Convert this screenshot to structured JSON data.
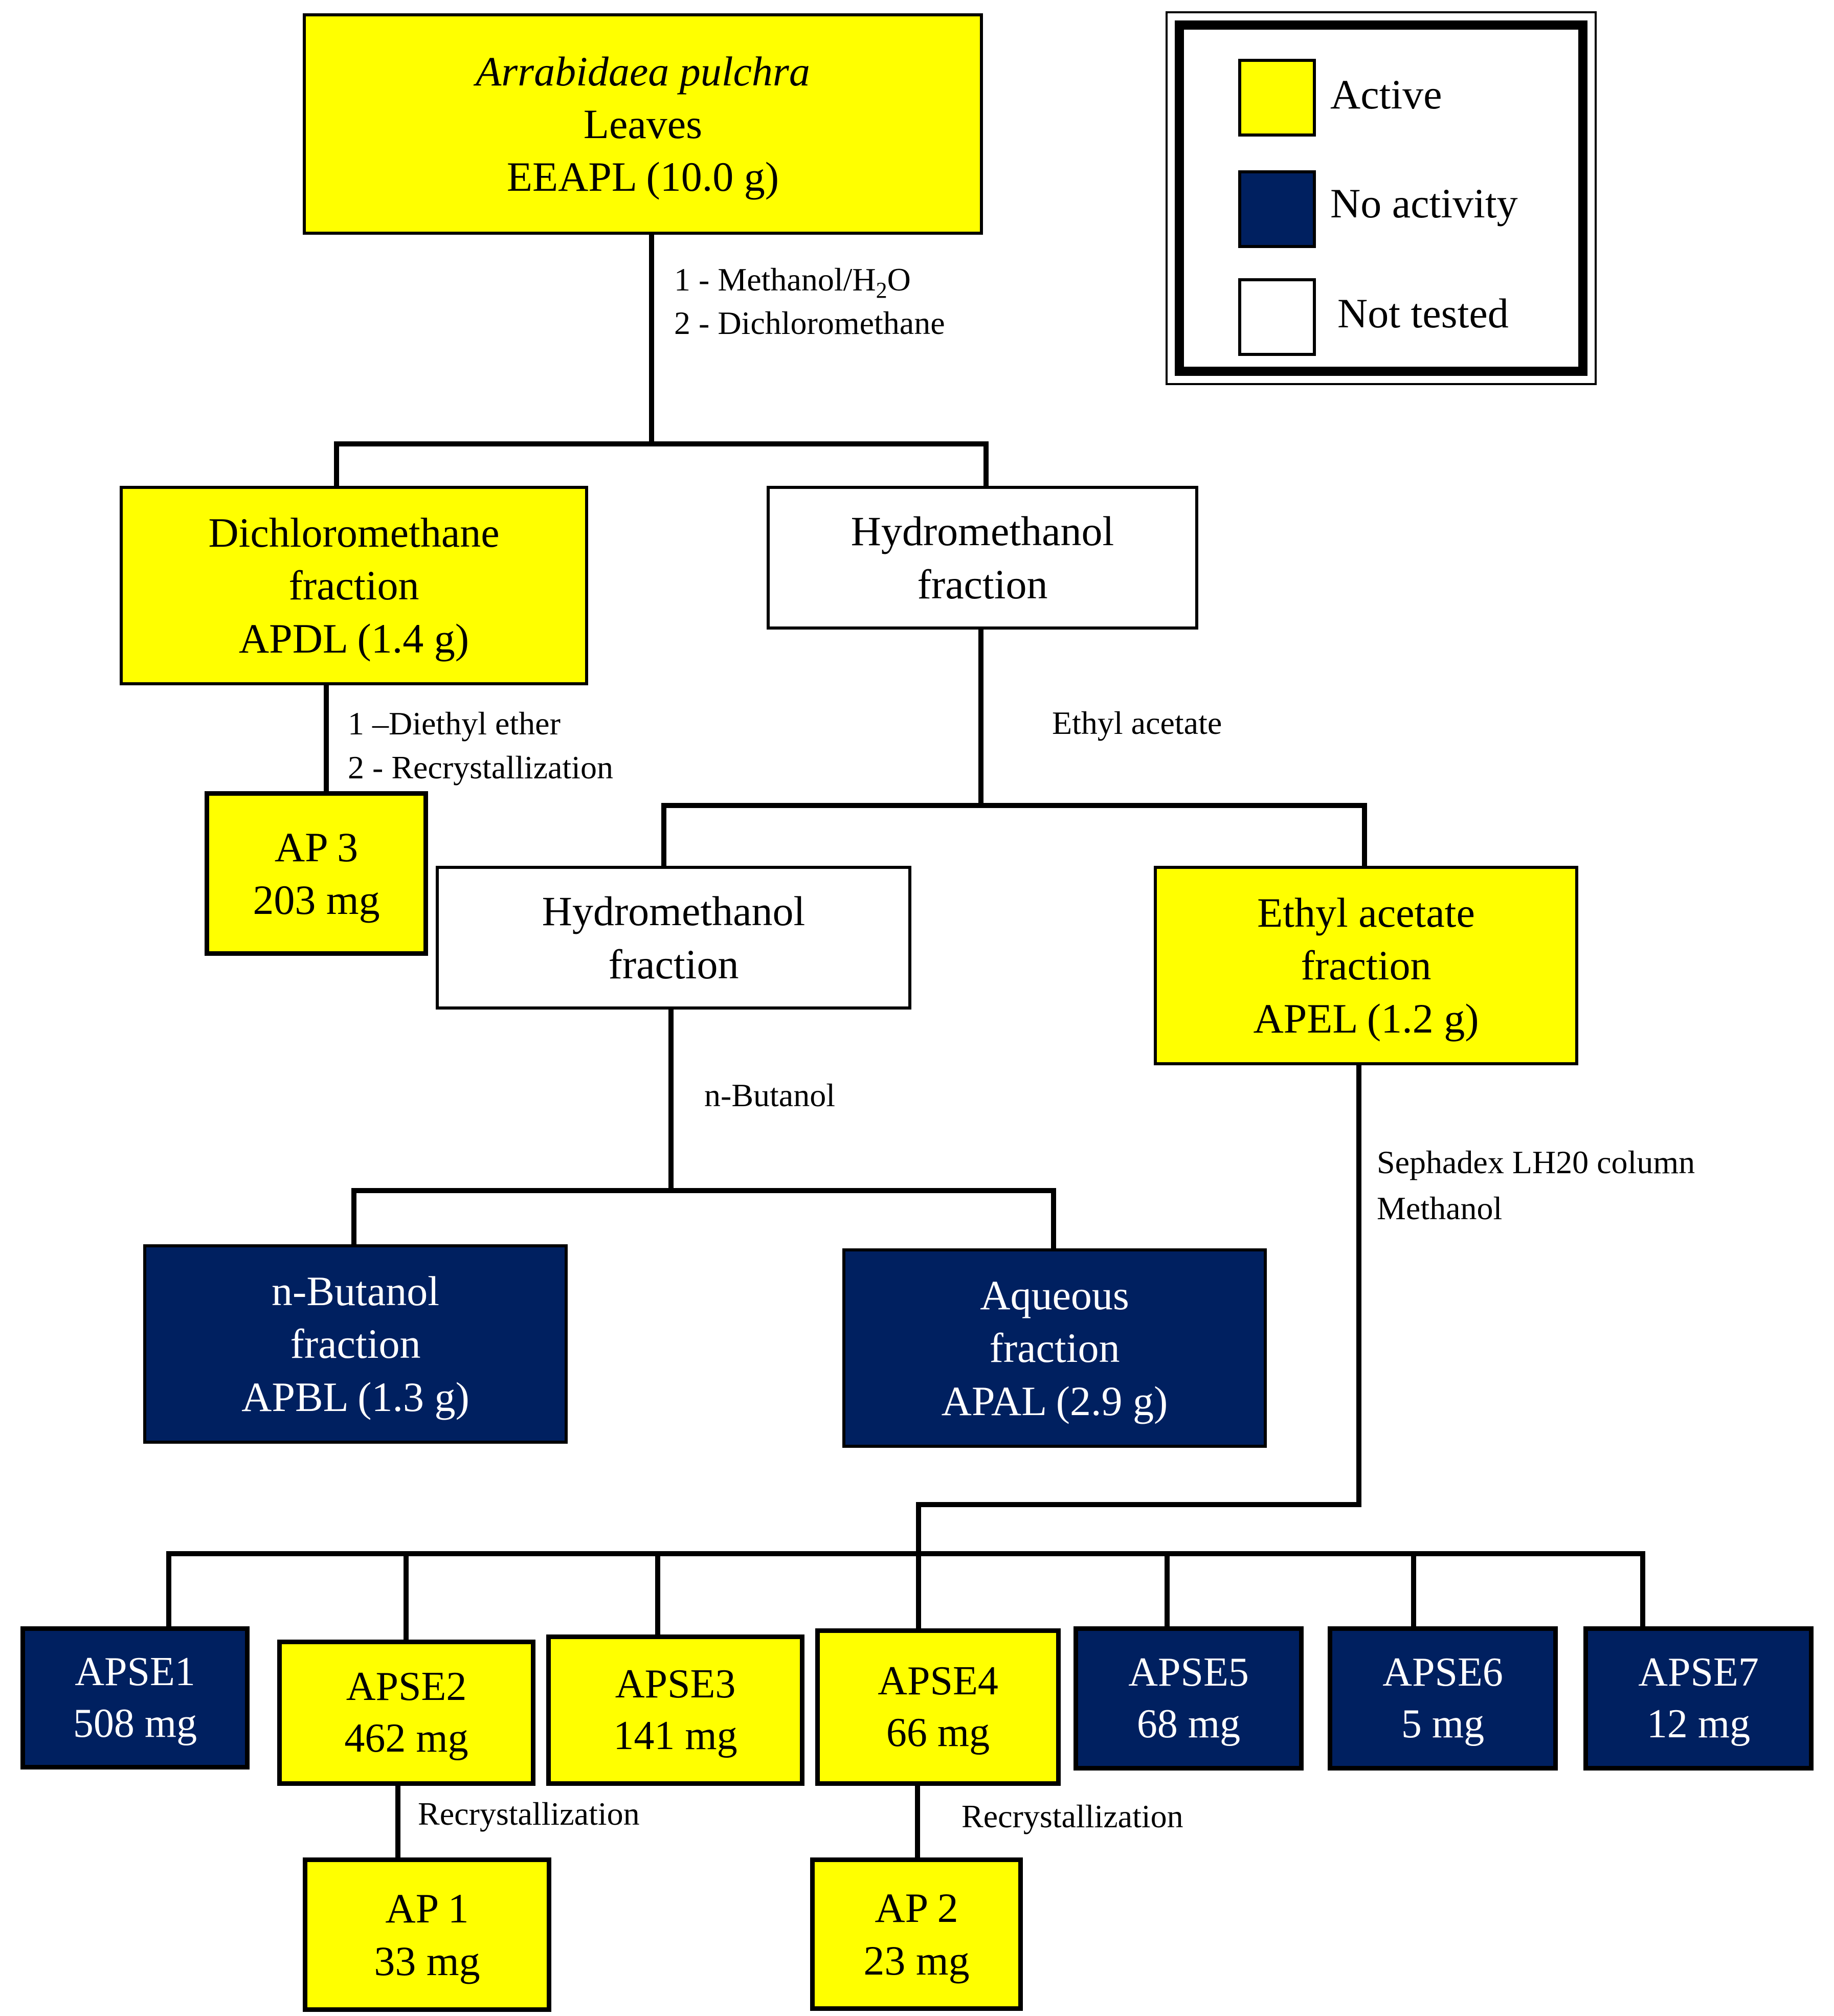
{
  "colors": {
    "active": "#ffff00",
    "no_activity": "#002060",
    "not_tested": "#ffffff"
  },
  "legend": {
    "active": "Active",
    "no_activity": "No activity",
    "not_tested": "Not tested"
  },
  "nodes": {
    "root": {
      "species": "Arrabidaea pulchra",
      "part": "Leaves",
      "extract": "EEAPL (10.0 g)",
      "status": "active"
    },
    "dcm": {
      "line1": "Dichloromethane",
      "line2": "fraction",
      "line3": "APDL (1.4 g)",
      "status": "active"
    },
    "hm1": {
      "line1": "Hydromethanol",
      "line2": "fraction",
      "status": "not_tested"
    },
    "ap3": {
      "line1": "AP 3",
      "line2": "203 mg",
      "status": "active"
    },
    "hm2": {
      "line1": "Hydromethanol",
      "line2": "fraction",
      "status": "not_tested"
    },
    "ea": {
      "line1": "Ethyl acetate",
      "line2": "fraction",
      "line3": "APEL (1.2 g)",
      "status": "active"
    },
    "bu": {
      "line1": "n-Butanol",
      "line2": "fraction",
      "line3": "APBL (1.3 g)",
      "status": "no_activity"
    },
    "aq": {
      "line1": "Aqueous",
      "line2": "fraction",
      "line3": "APAL (2.9 g)",
      "status": "no_activity"
    },
    "apse": [
      {
        "name": "APSE1",
        "mass": "508 mg",
        "status": "no_activity"
      },
      {
        "name": "APSE2",
        "mass": "462 mg",
        "status": "active"
      },
      {
        "name": "APSE3",
        "mass": "141 mg",
        "status": "active"
      },
      {
        "name": "APSE4",
        "mass": "66 mg",
        "status": "active"
      },
      {
        "name": "APSE5",
        "mass": "68 mg",
        "status": "no_activity"
      },
      {
        "name": "APSE6",
        "mass": "5 mg",
        "status": "no_activity"
      },
      {
        "name": "APSE7",
        "mass": "12 mg",
        "status": "no_activity"
      }
    ],
    "ap1": {
      "line1": "AP 1",
      "line2": "33 mg",
      "status": "active"
    },
    "ap2": {
      "line1": "AP 2",
      "line2": "23 mg",
      "status": "active"
    }
  },
  "steps": {
    "root_step1_prefix": "1 - Methanol/H",
    "root_step1_sub": "2",
    "root_step1_suffix": "O",
    "root_step2": "2 - Dichloromethane",
    "dcm_step1": "1 –Diethyl ether",
    "dcm_step2": "2 - Recrystallization",
    "hm1_step": "Ethyl acetate",
    "hm2_step": "n-Butanol",
    "ea_step1": "Sephadex LH20 column",
    "ea_step2": "Methanol",
    "apse2_step": "Recrystallization",
    "apse4_step": "Recrystallization"
  }
}
